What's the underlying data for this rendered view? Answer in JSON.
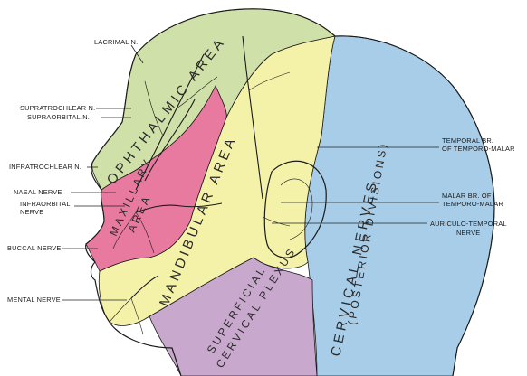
{
  "colors": {
    "ophthalmic": "#cfe0a8",
    "maxillary": "#e87aa0",
    "mandibular": "#f4f2a8",
    "cervical_nerves": "#a8cde8",
    "cervical_plexus": "#c8a8cc"
  },
  "areas": {
    "ophthalmic": "OPHTHALMIC AREA",
    "maxillary_1": "MAXILLARY",
    "maxillary_2": "AREA",
    "mandibular": "MANDIBULAR AREA",
    "cervical_1": "CERVICAL NERVES",
    "cervical_2": "(POSTERIOR DIVISIONS)",
    "plexus_1": "SUPERFICIAL",
    "plexus_2": "CERVICAL PLEXUS"
  },
  "labels": {
    "lacrimal": "LACRIMAL N.",
    "supratrochlear": "SUPRATROCHLEAR N.",
    "supraorbital": "SUPRAORBITAL.N.",
    "infratrochlear": "INFRATROCHLEAR N.",
    "nasal": "NASAL NERVE",
    "infraorbital_1": "INFRAORBITAL",
    "infraorbital_2": "NERVE",
    "buccal": "BUCCAL NERVE",
    "mental": "MENTAL NERVE",
    "temporal_1": "TEMPORAL BR.",
    "temporal_2": "OF TEMPORO-MALAR",
    "malar_1": "MALAR BR. OF",
    "malar_2": "TEMPORO-MALAR",
    "auriculo_1": "AURICULO-TEMPORAL",
    "auriculo_2": "NERVE"
  }
}
